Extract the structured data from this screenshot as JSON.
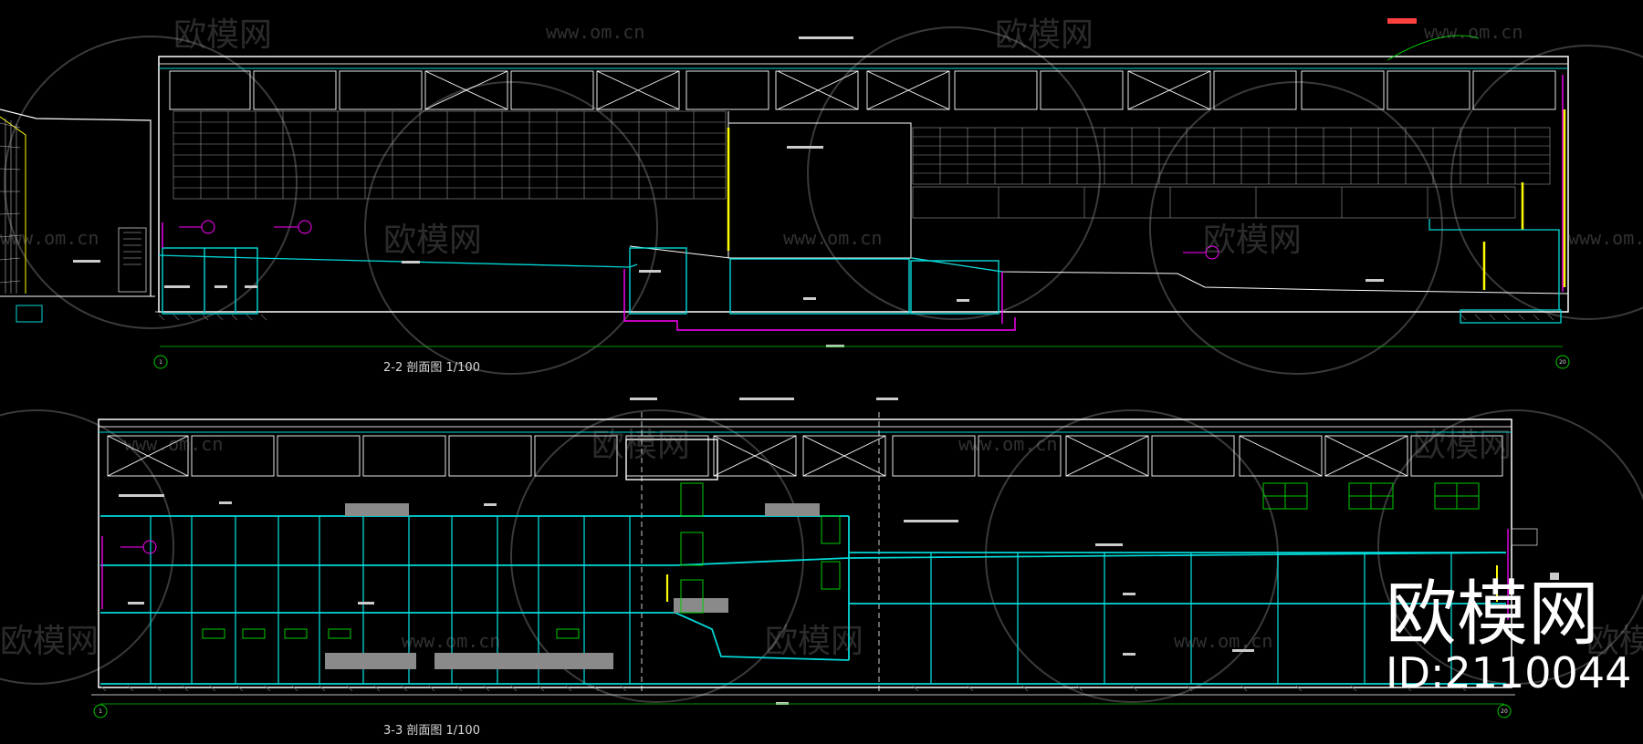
{
  "colors": {
    "background": "#000000",
    "outline": "#ffffff",
    "structure": "#00d8d8",
    "mark": "#ff00ff",
    "glass": "#ffff00",
    "window": "#00cc00",
    "grey": "#8a8a8a"
  },
  "watermark": {
    "brand": "欧模网",
    "url": "www.om.cn"
  },
  "section_top": {
    "caption": "2-2 剖面图 1/100",
    "axis_start": "1",
    "axis_end": "20"
  },
  "section_bottom": {
    "caption": "3-3 剖面图 1/100",
    "axis_start": "1",
    "axis_end": "20"
  },
  "branding": {
    "logo_text": "欧模网",
    "id_text": "ID:2110044"
  }
}
